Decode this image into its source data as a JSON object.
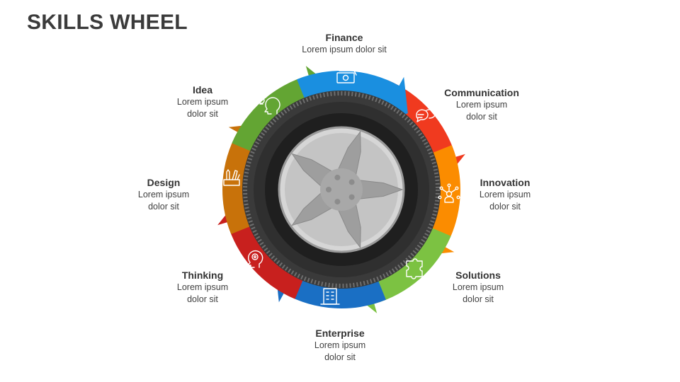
{
  "title": "SKILLS WHEEL",
  "segments": [
    {
      "heading": "Finance",
      "desc": "Lorem ipsum dolor sit",
      "color": "#1a8fe0",
      "icon": "money-icon"
    },
    {
      "heading": "Communication",
      "desc": "Lorem ipsum dolor sit",
      "color": "#f03a1f",
      "icon": "chat-bubbles-icon"
    },
    {
      "heading": "Innovation",
      "desc": "Lorem ipsum dolor sit",
      "color": "#fb8c00",
      "icon": "network-person-icon"
    },
    {
      "heading": "Solutions",
      "desc": "Lorem ipsum dolor sit",
      "color": "#7cc242",
      "icon": "puzzle-icon"
    },
    {
      "heading": "Enterprise",
      "desc": "Lorem ipsum dolor sit",
      "color": "#1a6fc4",
      "icon": "building-icon"
    },
    {
      "heading": "Thinking",
      "desc": "Lorem ipsum dolor sit",
      "color": "#c8201e",
      "icon": "head-gear-icon"
    },
    {
      "heading": "Design",
      "desc": "Lorem ipsum dolor sit",
      "color": "#c8720a",
      "icon": "design-tools-icon"
    },
    {
      "heading": "Idea",
      "desc": "Lorem ipsum dolor sit",
      "color": "#63a533",
      "icon": "head-bulb-icon"
    }
  ]
}
